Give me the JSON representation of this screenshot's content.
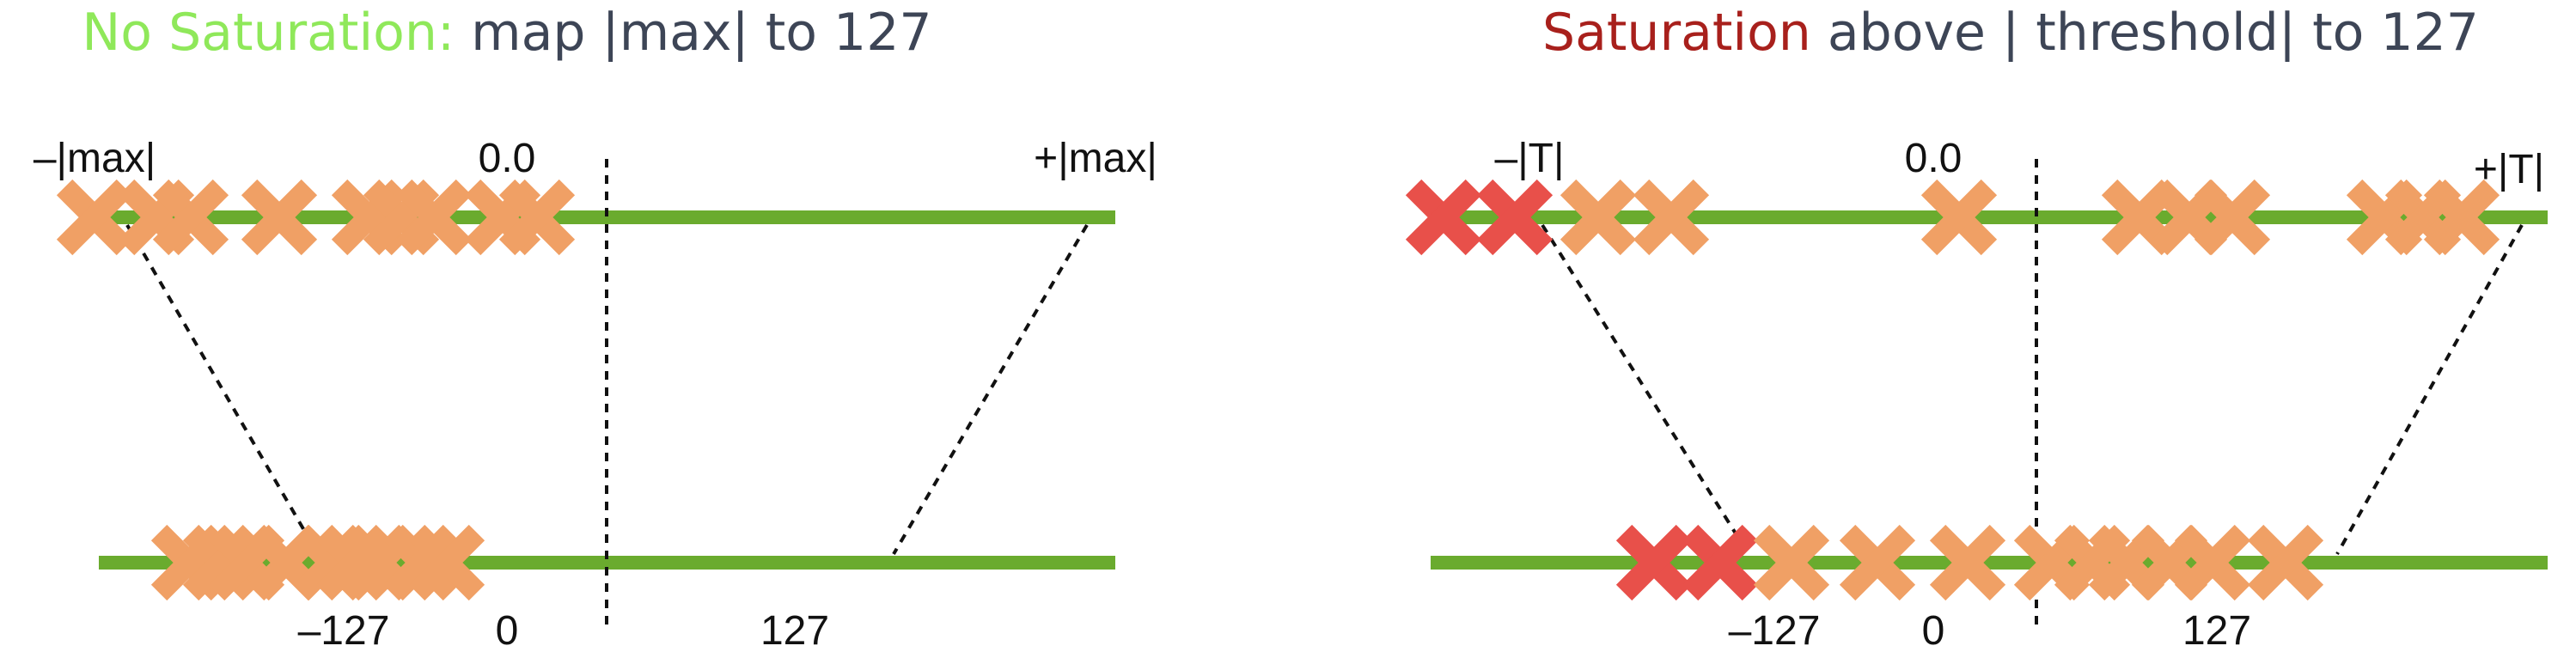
{
  "colors": {
    "axis_line": "#6aab2e",
    "marker_normal": "#f0a065",
    "marker_saturated": "#e8504a",
    "title_highlight_left": "#8fe85a",
    "title_highlight_right": "#a8201c",
    "title_text": "#3d4556",
    "dashed_line": "#111111",
    "label_text": "#111111"
  },
  "icons": {
    "marker": "x-cross-icon"
  },
  "panels": [
    {
      "id": "no-saturation",
      "title_highlight": "No Saturation:",
      "title_rest": " map |max| to 127",
      "top_labels": {
        "left": "–|max|",
        "zero": "0.0",
        "right": "+|max|"
      },
      "bottom_labels": {
        "neg": "–127",
        "zero": "0",
        "pos": "127"
      },
      "top_markers": [
        "normal",
        "normal",
        "normal",
        "normal",
        "normal",
        "normal",
        "normal",
        "normal",
        "normal"
      ],
      "bottom_markers": [
        "normal",
        "normal",
        "normal",
        "normal",
        "normal",
        "normal",
        "normal",
        "normal",
        "normal"
      ]
    },
    {
      "id": "saturation",
      "title_highlight": "Saturation",
      "title_rest": " above | threshold| to 127",
      "top_labels": {
        "left": "–|T|",
        "zero": "0.0",
        "right": "+|T|"
      },
      "bottom_labels": {
        "neg": "–127",
        "zero": "0",
        "pos": "127"
      },
      "top_markers": [
        "saturated",
        "saturated",
        "normal",
        "normal",
        "normal",
        "normal",
        "normal",
        "normal",
        "normal",
        "normal",
        "normal"
      ],
      "bottom_markers": [
        "saturated",
        "saturated",
        "normal",
        "normal",
        "normal",
        "normal",
        "normal",
        "normal",
        "normal",
        "normal",
        "normal"
      ]
    }
  ]
}
